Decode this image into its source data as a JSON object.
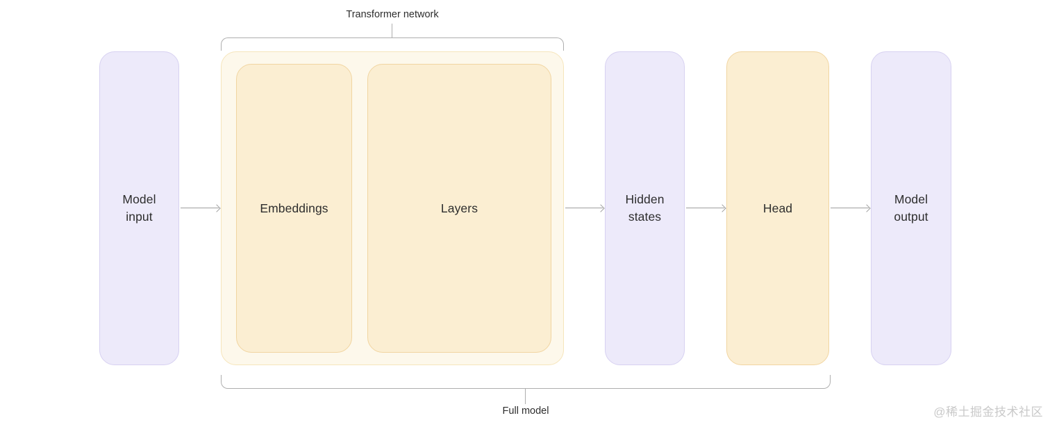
{
  "diagram": {
    "top_bracket_label": "Transformer network",
    "bottom_bracket_label": "Full model",
    "nodes": {
      "model_input": "Model\ninput",
      "embeddings": "Embeddings",
      "layers": "Layers",
      "hidden_states": "Hidden\nstates",
      "head": "Head",
      "model_output": "Model\noutput"
    },
    "watermark": "@稀土掘金技术社区",
    "colors": {
      "purple_fill": "#edeafa",
      "purple_border": "#d7d1f1",
      "cream_outer_fill": "#fdf8eb",
      "cream_outer_border": "#f6e5bb",
      "cream_inner_fill": "#fbeed2",
      "cream_inner_border": "#f1d5a1",
      "arrow_gray": "#9e9e9e",
      "bracket_gray": "#aeaeae",
      "text": "#2d2d2d",
      "watermark_gray": "#c9c9c9"
    }
  }
}
